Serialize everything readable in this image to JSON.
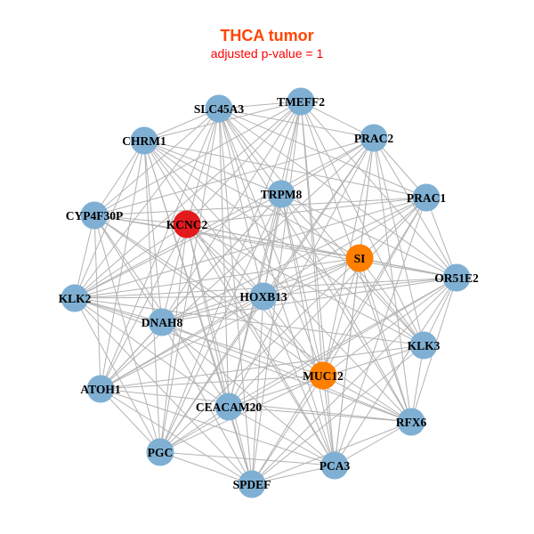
{
  "title": "THCA tumor",
  "subtitle": "adjusted p-value = 1",
  "colors": {
    "title": "#ff4500",
    "subtitle": "#ff0000",
    "default_node": "#7fb0d3",
    "red_node": "#e31a1c",
    "orange_node": "#ff7f00",
    "edge": "#b3b3b3"
  },
  "nodes": [
    {
      "id": "SLC45A3",
      "color": "default_node"
    },
    {
      "id": "TMEFF2",
      "color": "default_node"
    },
    {
      "id": "CHRM1",
      "color": "default_node"
    },
    {
      "id": "PRAC2",
      "color": "default_node"
    },
    {
      "id": "TRPM8",
      "color": "default_node"
    },
    {
      "id": "PRAC1",
      "color": "default_node"
    },
    {
      "id": "CYP4F30P",
      "color": "default_node"
    },
    {
      "id": "KCNC2",
      "color": "red_node"
    },
    {
      "id": "SI",
      "color": "orange_node"
    },
    {
      "id": "OR51E2",
      "color": "default_node"
    },
    {
      "id": "KLK2",
      "color": "default_node"
    },
    {
      "id": "HOXB13",
      "color": "default_node"
    },
    {
      "id": "DNAH8",
      "color": "default_node"
    },
    {
      "id": "KLK3",
      "color": "default_node"
    },
    {
      "id": "MUC12",
      "color": "orange_node"
    },
    {
      "id": "ATOH1",
      "color": "default_node"
    },
    {
      "id": "CEACAM20",
      "color": "default_node"
    },
    {
      "id": "RFX6",
      "color": "default_node"
    },
    {
      "id": "PGC",
      "color": "default_node"
    },
    {
      "id": "PCA3",
      "color": "default_node"
    },
    {
      "id": "SPDEF",
      "color": "default_node"
    }
  ],
  "edges_note_density": 0.75
}
